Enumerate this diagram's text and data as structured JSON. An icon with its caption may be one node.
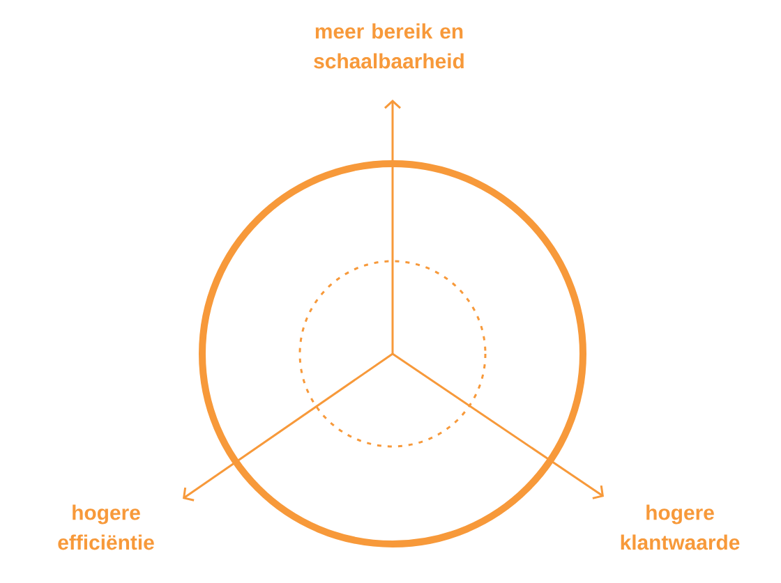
{
  "diagram": {
    "labels": [
      "meer bereik en schaalbaarheid",
      "hogere efficiëntie",
      "hogere klantwaarde"
    ]
  }
}
